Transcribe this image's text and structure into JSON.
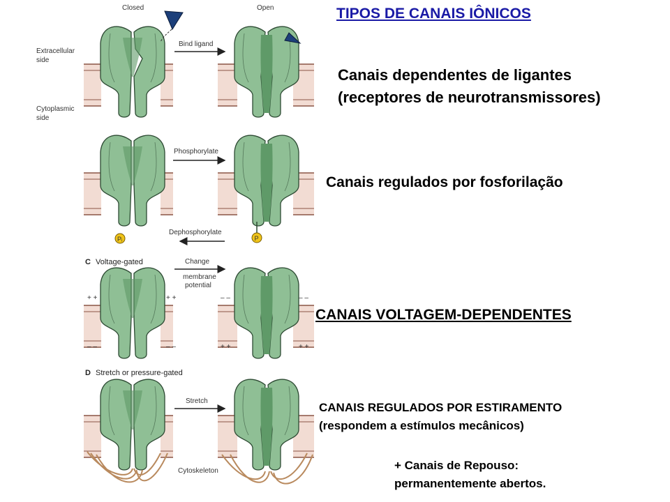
{
  "slide": {
    "title": "TIPOS DE CANAIS IÔNICOS",
    "ligand": {
      "line1": "Canais dependentes de ligantes",
      "line2": "(receptores de neurotransmissores)"
    },
    "phosphorylation": "Canais regulados por fosforilação",
    "voltage": "CANAIS VOLTAGEM-DEPENDENTES",
    "stretch": {
      "line1": "CANAIS REGULADOS POR ESTIRAMENTO",
      "line2": "(respondem a estímulos mecânicos)"
    },
    "resting": {
      "line1": "+ Canais de Repouso:",
      "line2": "permanentemente abertos."
    }
  },
  "figure": {
    "panel_a": {
      "closed": "Closed",
      "open": "Open",
      "extracellular_1": "Extracellular",
      "extracellular_2": "side",
      "cytoplasmic_1": "Cytoplasmic",
      "cytoplasmic_2": "side",
      "arrow": "Bind ligand"
    },
    "panel_b": {
      "arrow_forward": "Phosphorylate",
      "arrow_back": "Dephosphorylate",
      "phosphate": "P",
      "phosphate_free": "Pᵢ"
    },
    "panel_c": {
      "letter": "C",
      "title": "Voltage-gated",
      "arrow_1": "Change",
      "arrow_2": "membrane",
      "arrow_3": "potential",
      "plus": "+ +",
      "minus": "– –"
    },
    "panel_d": {
      "letter": "D",
      "title": "Stretch or pressure-gated",
      "arrow": "Stretch",
      "cytoskeleton": "Cytoskeleton"
    }
  },
  "colors": {
    "channel_fill": "#8fbf95",
    "channel_stroke": "#2d4a33",
    "pore_fill": "#5f9a68",
    "membrane_fill": "#f2dcd3",
    "membrane_line": "#8a5545",
    "ligand": "#1c3f7a",
    "phosphate": "#f0c419",
    "cytoskeleton": "#b98a5e",
    "title": "#1a1aa6"
  }
}
